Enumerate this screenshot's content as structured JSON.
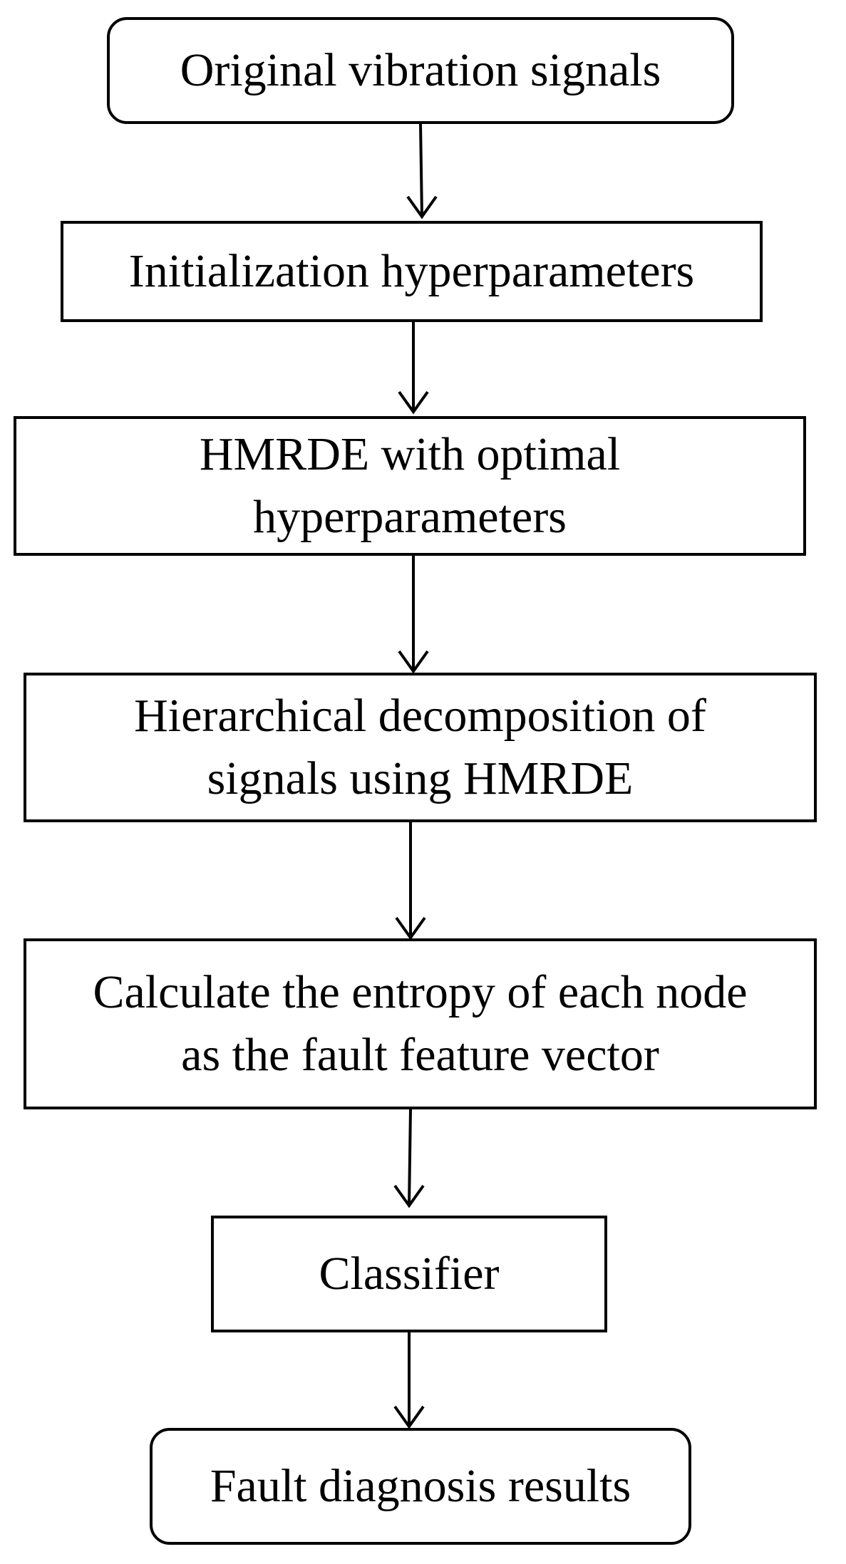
{
  "diagram": {
    "nodes": [
      {
        "id": "n1",
        "shape": "rounded",
        "lines": [
          "Original vibration signals"
        ]
      },
      {
        "id": "n2",
        "shape": "rect",
        "lines": [
          "Initialization hyperparameters"
        ]
      },
      {
        "id": "n3",
        "shape": "rect",
        "lines": [
          "HMRDE with optimal",
          "hyperparameters"
        ]
      },
      {
        "id": "n4",
        "shape": "rect",
        "lines": [
          "Hierarchical decomposition of",
          "signals using HMRDE"
        ]
      },
      {
        "id": "n5",
        "shape": "rect",
        "lines": [
          "Calculate the entropy of each node",
          "as the fault feature vector"
        ]
      },
      {
        "id": "n6",
        "shape": "rect",
        "lines": [
          "Classifier"
        ]
      },
      {
        "id": "n7",
        "shape": "rounded",
        "lines": [
          "Fault diagnosis results"
        ]
      }
    ],
    "edges": [
      {
        "from": "n1",
        "to": "n2"
      },
      {
        "from": "n2",
        "to": "n3"
      },
      {
        "from": "n3",
        "to": "n4"
      },
      {
        "from": "n4",
        "to": "n5"
      },
      {
        "from": "n5",
        "to": "n6"
      },
      {
        "from": "n6",
        "to": "n7"
      }
    ],
    "colors": {
      "stroke": "#000000",
      "fill": "#ffffff",
      "text": "#000000"
    }
  }
}
